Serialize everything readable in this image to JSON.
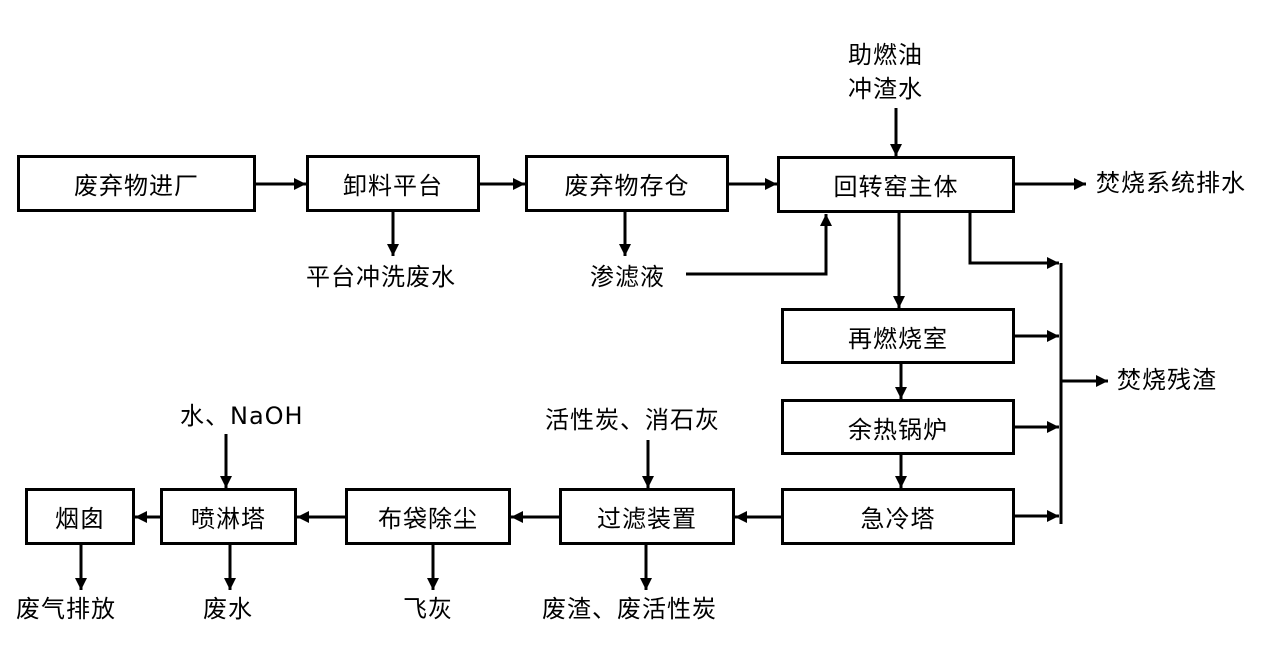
{
  "boxes": {
    "waste_intake": "废弃物进厂",
    "unloading_platform": "卸料平台",
    "waste_storage": "废弃物存仓",
    "rotary_kiln": "回转窑主体",
    "secondary_combustion": "再燃烧室",
    "waste_heat_boiler": "余热锅炉",
    "quench_tower": "急冷塔",
    "filter_device": "过滤装置",
    "bag_filter": "布袋除尘",
    "spray_tower": "喷淋塔",
    "chimney": "烟囱"
  },
  "labels": {
    "kiln_input_line1": "助燃油",
    "kiln_input_line2": "冲渣水",
    "incineration_drainage": "焚烧系统排水",
    "platform_wash_water": "平台冲洗废水",
    "leachate": "渗滤液",
    "incineration_residue": "焚烧残渣",
    "filter_input": "活性炭、消石灰",
    "spray_input": "水、NaOH",
    "exhaust_emission": "废气排放",
    "wastewater": "废水",
    "fly_ash": "飞灰",
    "slag_spent_carbon": "废渣、废活性炭"
  }
}
